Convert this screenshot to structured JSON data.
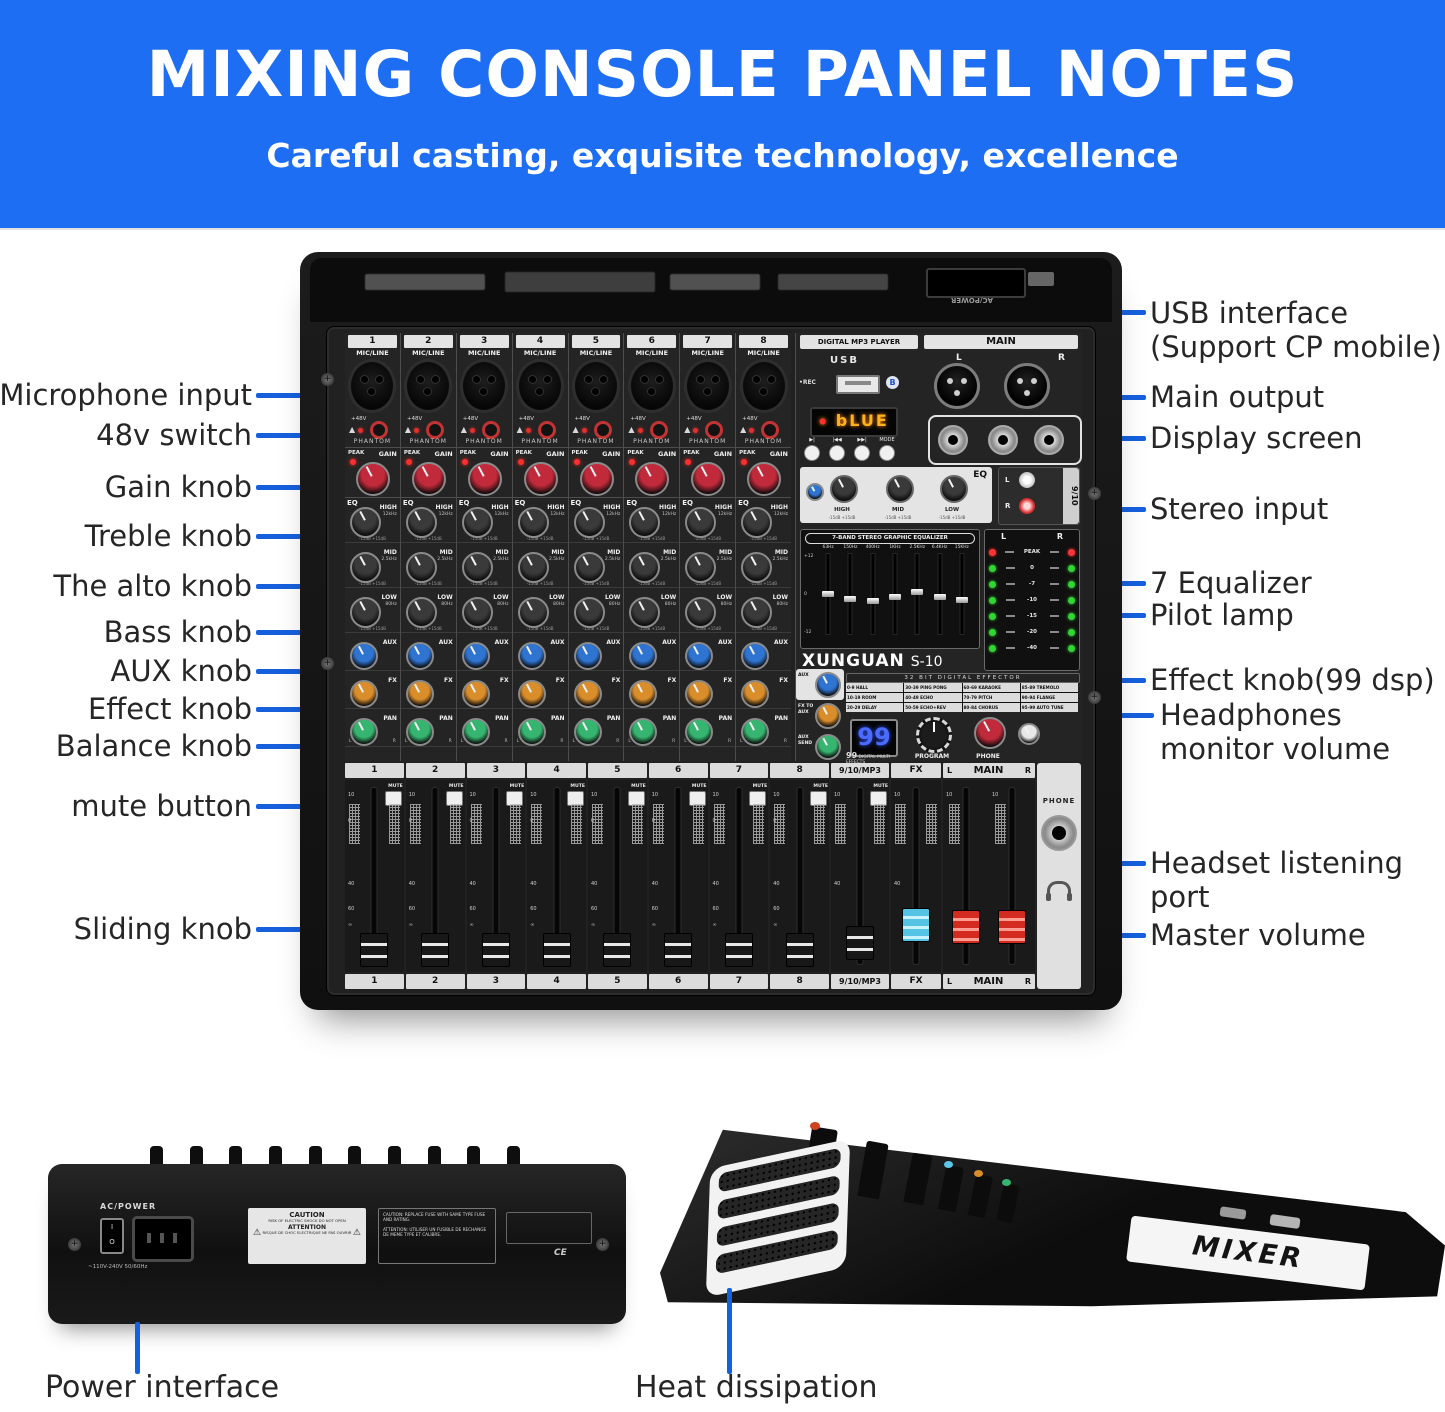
{
  "header": {
    "title": "MIXING CONSOLE PANEL NOTES",
    "subtitle": "Careful casting, exquisite technology, excellence"
  },
  "colors": {
    "header_bg": "#1d6ef2",
    "callout_line": "#1660dd",
    "led_display": "#ffb21e",
    "dsp_display": "#4a6bff"
  },
  "callouts": {
    "left": [
      "Microphone input",
      "48v switch",
      "Gain knob",
      "Treble knob",
      "The alto knob",
      "Bass knob",
      "AUX knob",
      "Effect knob",
      "Balance knob",
      "mute button",
      "Sliding knob"
    ],
    "right": [
      {
        "label": "USB interface",
        "sub": "(Support CP mobile)"
      },
      {
        "label": "Main output"
      },
      {
        "label": "Display screen"
      },
      {
        "label": "Stereo input"
      },
      {
        "label": "7 Equalizer"
      },
      {
        "label": "Pilot lamp"
      },
      {
        "label": "Effect knob(99 dsp)"
      },
      {
        "label": "Headphones monitor volume"
      },
      {
        "label": "Headset listening port"
      },
      {
        "label": "Master volume"
      }
    ],
    "bottom": {
      "power": "Power interface",
      "heat": "Heat dissipation"
    }
  },
  "mixer": {
    "channels": [
      "1",
      "2",
      "3",
      "4",
      "5",
      "6",
      "7",
      "8"
    ],
    "strip": {
      "mic_line": "MIC/LINE",
      "phantom": "PHANTOM",
      "plus48v": "+48V",
      "peak": "PEAK",
      "gain": "GAIN",
      "eq": "EQ",
      "high": "HIGH",
      "high_freq": "12kHz",
      "mid": "MID",
      "mid_freq": "2.5kHz",
      "low": "LOW",
      "low_freq": "80Hz",
      "db_range": "-15dB  +15dB",
      "aux": "AUX",
      "fx": "FX",
      "pan": "PAN",
      "pan_l": "L",
      "pan_r": "R"
    },
    "mp3": {
      "title": "DIGITAL MP3 PLAYER",
      "usb": "USB",
      "rec": "•REC",
      "bt": "B",
      "display": "bLUE",
      "buttons": [
        "▶|",
        "|◀◀",
        "▶▶|",
        "MODE"
      ]
    },
    "main_out": {
      "title": "MAIN",
      "l": "L",
      "r": "R"
    },
    "stereo": {
      "eq": "EQ",
      "high": "HIGH",
      "mid": "MID",
      "low": "LOW",
      "db": "-15dB +15dB",
      "l": "L",
      "r": "R",
      "ch": "9/10"
    },
    "geq": {
      "title": "7-BAND STEREO GRAPHIC EQUALIZER",
      "freqs": [
        "63Hz",
        "150Hz",
        "400Hz",
        "1KHz",
        "2.5KHz",
        "6.4KHz",
        "15KHz"
      ],
      "top": "+12",
      "mid": "0",
      "bot": "-12"
    },
    "brand": {
      "name": "XUNGUAN",
      "model": "S-10"
    },
    "meter": {
      "l": "L",
      "r": "R",
      "peak": "PEAK",
      "rows": [
        "0",
        "-7",
        "-10",
        "-15",
        "-20",
        "-40"
      ]
    },
    "effector": {
      "title": "32 BIT DIGITAL EFFECTOR",
      "cells": [
        "0-9 HALL",
        "30-39 PING PONG",
        "60-69 KARAOKE",
        "85-89 TREMOLO",
        "10-19 ROOM",
        "40-49 ECHO",
        "70-79 PITCH",
        "90-94 FLANGE",
        "20-29 DELAY",
        "50-59 ECHO+REV",
        "80-84 CHORUS",
        "95-99 AUTO TUNE"
      ],
      "display": "99",
      "program": "PROGRAM",
      "phone": "PHONE",
      "multi_num": "99",
      "multi": "DIGITAL MULTI EFFECTS"
    },
    "sends": {
      "aux": "AUX",
      "fx_to_aux": "FX TO AUX",
      "aux_send": "AUX SEND"
    },
    "faders": {
      "mute": "MUTE",
      "mp3_lane": "9/10/MP3",
      "fx_lane": "FX",
      "main_l": "L",
      "main_label": "MAIN",
      "main_r": "R",
      "ticks": [
        "10",
        "0",
        "40",
        "60",
        "∞"
      ],
      "phone": "PHONE"
    }
  },
  "rear": {
    "ac": "AC/POWER",
    "sw_on": "I",
    "sw_off": "O",
    "voltage": "~110V-240V 50/60Hz",
    "caution_title": "CAUTION",
    "caution_body": "RISK OF ELECTRIC SHOCK  DO NOT OPEN",
    "attention_title": "ATTENTION",
    "attention_body": "RISQUE DE CHOC ELECTRIQUE  NE PAS OUVRIR",
    "warn_icon": "⚠",
    "fuse_en": "CAUTION: REPLACE FUSE WITH SAME TYPE FUSE AND RATING.",
    "fuse_fr": "ATTENTION: UTILISER UN FUSIBLE DE RECHANGE DE MEME TYPE ET CALIBRE.",
    "ce": "CE"
  },
  "side": {
    "label": "MIXER"
  }
}
